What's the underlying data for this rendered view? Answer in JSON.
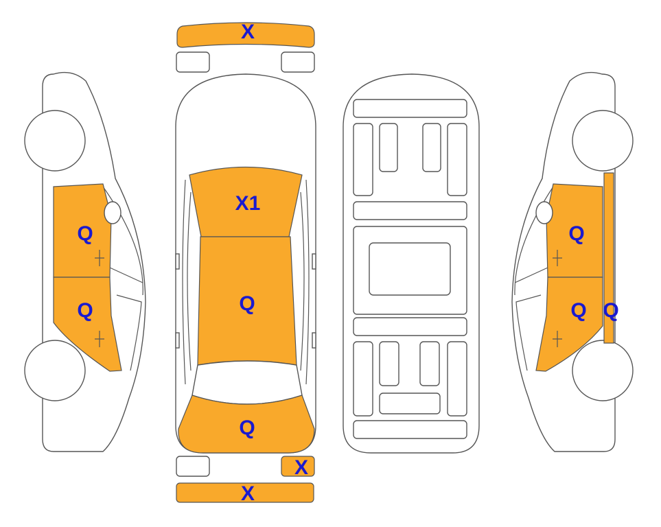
{
  "colors": {
    "painted": "#F9A92B",
    "mark_text": "#1A1ACF",
    "outline": "#555555",
    "background": "#FFFFFF"
  },
  "marks": {
    "front_bumper": "X",
    "front_headlight_right": "X",
    "hood": "X1",
    "roof": "Q",
    "trunk_lid": "Q",
    "rear_bumper": "X",
    "left_front_door": "Q",
    "left_rear_door": "Q",
    "right_front_door": "Q",
    "right_rear_door": "Q",
    "right_quarter_panel": "Q"
  }
}
